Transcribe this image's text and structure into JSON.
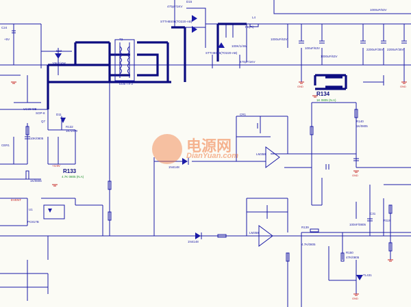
{
  "labels": {
    "d15": "D15",
    "cap_top": "470pF/1KV",
    "mosfet_top": "STTH8S06(TO220-AB)",
    "l4": "L4",
    "fb_top": "FB(Ti)",
    "c38": "C38",
    "res_top": "100K/1/4W",
    "mosfet_2": "STTH8S06(TO220-AB)",
    "d_1k": "1000uF/63V",
    "cap_ymid": "100uF/63V",
    "q_lo": "1000uF/63V",
    "d_right": "1000uF/63V",
    "cap_dr": "470pF/1KV",
    "ca_big": "2200uF/35V",
    "cb_big": "2200uF/35V",
    "pre_left": "C24",
    "d19": "D19",
    "res_ml": "10K/1/4W",
    "plus5v": "+5V",
    "t_tr": "T2",
    "t_tr_name": "EI35 TX-2",
    "res_r1": "R116",
    "ceramic_l": "CER1",
    "reg_name": "Q7",
    "pwm_label": "UC3843B",
    "pwm_sub": "SOP-8",
    "res_lm": "R132",
    "res_lm2": "1K/1/8W",
    "d_lm": "D11",
    "u1_tag": "U1",
    "r133": "R133",
    "r133_val": "4.7K 0805 (N.A)",
    "res_ll": "10K/0805",
    "res_lm3": "1K/0805",
    "lbl_4v": "+4.9V",
    "opto": "PC817B",
    "r134": "R134",
    "r134_val": "1K 0805 (N.A)",
    "c_right_top": "CR1",
    "lm_top": "LM358",
    "lm_bot": "LM358",
    "diode_mid": "1N4148",
    "diode_low": "1N4148",
    "res_r2": "R139",
    "res_r2v": "4.7K/0805",
    "res_r3": "R140",
    "res_r3v": "1K/0805",
    "res_bot": "R150",
    "res_bot_v": "47K/0805",
    "tl431": "TL431",
    "gnd_text": "GND",
    "cap_small": "100nF/0805",
    "cap_c1": "C31",
    "in_left": "EVENT"
  },
  "watermark": {
    "title": "电源网",
    "url": "DianYuan.com"
  }
}
